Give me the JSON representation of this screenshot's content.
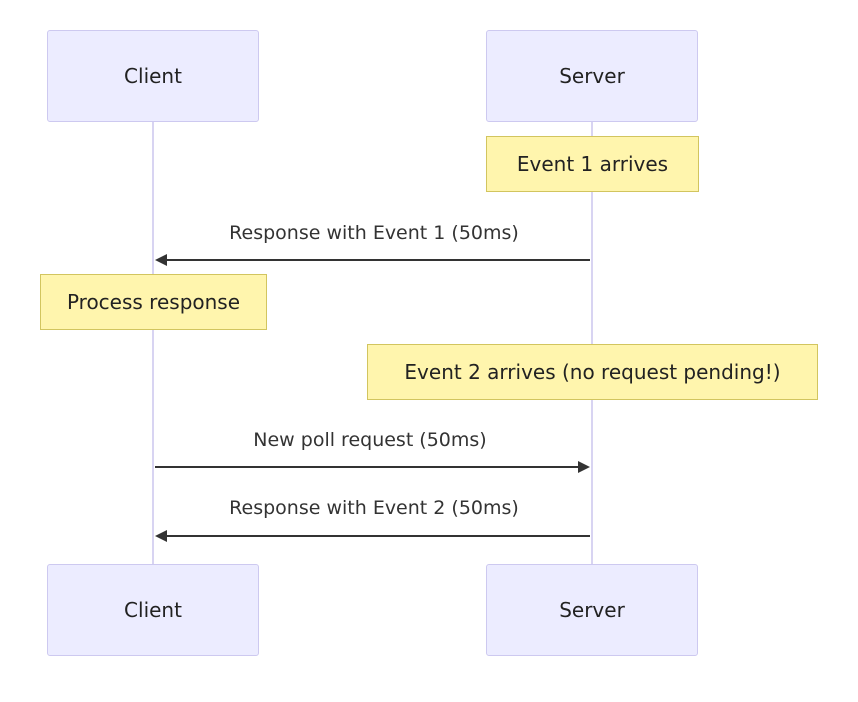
{
  "participants": {
    "client": "Client",
    "server": "Server"
  },
  "notes": {
    "event1": "Event 1 arrives",
    "process": "Process response",
    "event2": "Event 2 arrives (no request pending!)"
  },
  "messages": [
    {
      "from": "Server",
      "to": "Client",
      "label": "Response with Event 1 (50ms)"
    },
    {
      "from": "Client",
      "to": "Server",
      "label": "New poll request (50ms)"
    },
    {
      "from": "Server",
      "to": "Client",
      "label": "Response with Event 2 (50ms)"
    }
  ],
  "colors": {
    "actor_fill": "#ececff",
    "actor_border": "#cdc9f0",
    "note_fill": "#fff5ad",
    "note_border": "#d2c55f",
    "lifeline": "#d8d4f2",
    "arrow": "#333333"
  }
}
